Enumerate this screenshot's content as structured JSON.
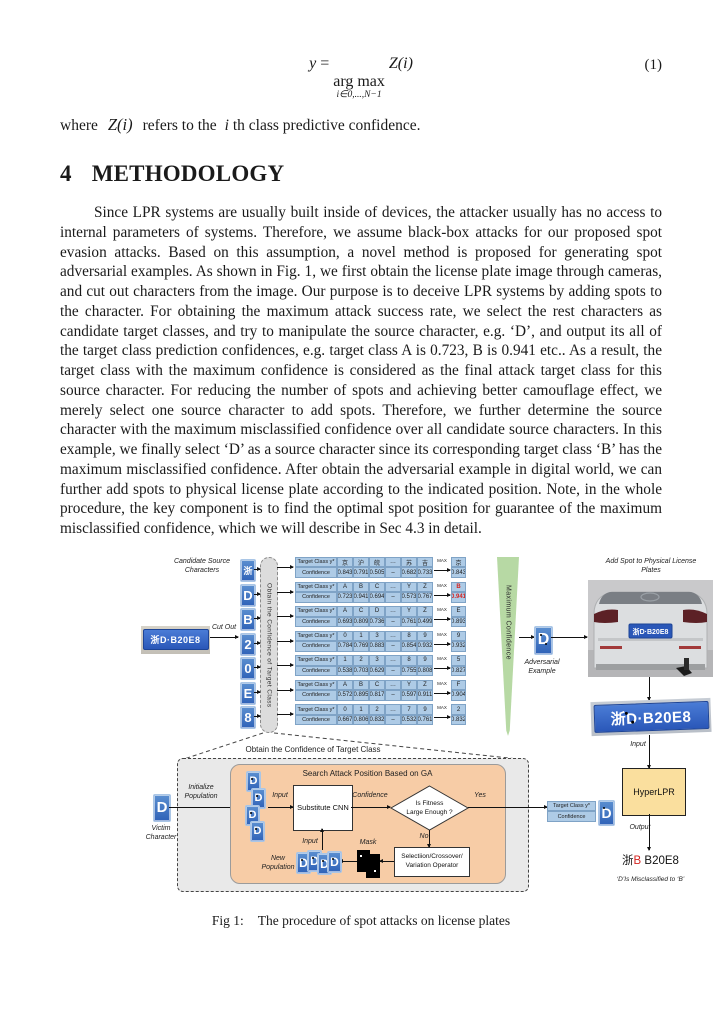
{
  "equation": {
    "lhs": "y",
    "eq": "=",
    "operator": "arg max",
    "subscript": "i∈0,...,N−1",
    "rhs": "Z(i)",
    "number": "(1)"
  },
  "where_line": {
    "w1": "where",
    "z": "Z(i)",
    "mid": "refers to the",
    "i": "i",
    "rest": "th class predictive confidence."
  },
  "section": {
    "number": "4",
    "title": "METHODOLOGY"
  },
  "paragraph": "Since LPR systems are usually built inside of devices, the attacker usually has no access to internal parameters of systems. Therefore, we assume black-box attacks for our proposed spot evasion attacks. Based on this assumption, a novel method is proposed for generating spot adversarial examples. As shown in Fig. 1, we first obtain the license plate image through cameras, and cut out characters from the image. Our purpose is to deceive LPR systems by adding spots to the character. For obtaining the maximum attack success rate, we select the rest characters as candidate target classes, and try to manipulate the source character, e.g. ‘D’, and output its all of the target class prediction confidences, e.g. target class A is 0.723, B is 0.941 etc.. As a result, the target class with the maximum confidence is considered as the final attack target class for this source character. For reducing the number of spots and achieving better camouflage effect, we merely select one source character to add spots. Therefore, we further determine the source character with the maximum misclassified confidence over all candidate source characters. In this example, we finally select ‘D’ as a source character since its corresponding target class ‘B’ has the maximum misclassified confidence. After obtain the adversarial example in digital world, we can further add spots to physical license plate according to the indicated position. Note, in the whole procedure, the key component is to find the optimal spot position for guarantee of the maximum misclassified confidence, which we will describe in Sec 4.3 in detail.",
  "figure": {
    "labels": {
      "candidate_source": "Candidate Source Characters",
      "cut_out": "Cut Out",
      "pill": "Obtain the Confidence of Target Class",
      "max": "MAX",
      "maximum_confidence": "Maximum Confidence",
      "adversarial_example": "Adversarial Example",
      "add_spot": "Add Spot to Physical License Plates",
      "input": "Input",
      "output": "Output",
      "hyperlpr": "HyperLPR",
      "misclassified": "‘D’Is Misclassified to ‘B’"
    },
    "plate_text": "浙D·B20E8",
    "source_characters": [
      "浙",
      "D",
      "B",
      "2",
      "0",
      "E",
      "8"
    ],
    "adversarial_char": "D",
    "victim_char": "D",
    "population_char": "D",
    "result_char": "D",
    "row_labels": {
      "target": "Target Class y*",
      "confidence": "Confidence"
    },
    "confidence_tables": [
      {
        "headers": [
          "京",
          "沪",
          "皖",
          "…",
          "苏",
          "吉"
        ],
        "values": [
          "0.843",
          "0.791",
          "0.505",
          "–",
          "0.682",
          "0.733"
        ],
        "max_char": "京",
        "max_value": "0.843",
        "highlight": false
      },
      {
        "headers": [
          "A",
          "B",
          "C",
          "…",
          "Y",
          "Z"
        ],
        "values": [
          "0.723",
          "0.941",
          "0.694",
          "–",
          "0.573",
          "0.767"
        ],
        "max_char": "B",
        "max_value": "0.941",
        "highlight": true
      },
      {
        "headers": [
          "A",
          "C",
          "D",
          "…",
          "Y",
          "Z"
        ],
        "values": [
          "0.693",
          "0.809",
          "0.736",
          "–",
          "0.761",
          "0.499"
        ],
        "max_char": "E",
        "max_value": "0.893",
        "highlight": false
      },
      {
        "headers": [
          "0",
          "1",
          "3",
          "…",
          "8",
          "9"
        ],
        "values": [
          "0.784",
          "0.769",
          "0.883",
          "–",
          "0.854",
          "0.932"
        ],
        "max_char": "9",
        "max_value": "0.932",
        "highlight": false
      },
      {
        "headers": [
          "1",
          "2",
          "3",
          "…",
          "8",
          "9"
        ],
        "values": [
          "0.538",
          "0.703",
          "0.629",
          "–",
          "0.755",
          "0.808"
        ],
        "max_char": "5",
        "max_value": "0.827",
        "highlight": false
      },
      {
        "headers": [
          "A",
          "B",
          "C",
          "…",
          "Y",
          "Z"
        ],
        "values": [
          "0.572",
          "0.895",
          "0.817",
          "–",
          "0.597",
          "0.911"
        ],
        "max_char": "F",
        "max_value": "0.904",
        "highlight": false
      },
      {
        "headers": [
          "0",
          "1",
          "2",
          "…",
          "7",
          "9"
        ],
        "values": [
          "0.667",
          "0.806",
          "0.832",
          "–",
          "0.532",
          "0.761"
        ],
        "max_char": "2",
        "max_value": "0.832",
        "highlight": false
      }
    ],
    "result": {
      "prefix": "浙",
      "red": "B",
      "rest": "B20E8"
    },
    "ga": {
      "outer_label": "Obtain the Confidence of Target Class",
      "victim": "Victim Character",
      "initialize": "Initialize Population",
      "search_title": "Search Attack Position Based on GA",
      "input": "Input",
      "substitute_cnn": "Substitute CNN",
      "confidence": "Confidence",
      "fitness_line1": "Is Fitness",
      "fitness_line2": "Large Enough ?",
      "yes": "Yes",
      "no": "No",
      "operator_line1": "Selectiion/Crossover/",
      "operator_line2": "Variation Operator",
      "mask": "Mask",
      "new_population": "New Population",
      "target_class": "Target Class y*",
      "confidence_row": "Confidence"
    },
    "caption_label": "Fig 1:",
    "caption_text": "The procedure of spot attacks on license plates"
  },
  "colors": {
    "cell_blue": "#aecbe6",
    "cell_border": "#7fa3c6",
    "highlight_red": "#d42420",
    "funnel_green": "#b7d9a4",
    "ga_orange": "#f7cca6",
    "hyperlpr_yellow": "#fadf9e",
    "plate_blue": "#2a57b8",
    "tile_blue": "#2f62b8",
    "ga_gray": "#e9e9e9",
    "pill_gray": "#dcdcdc"
  }
}
